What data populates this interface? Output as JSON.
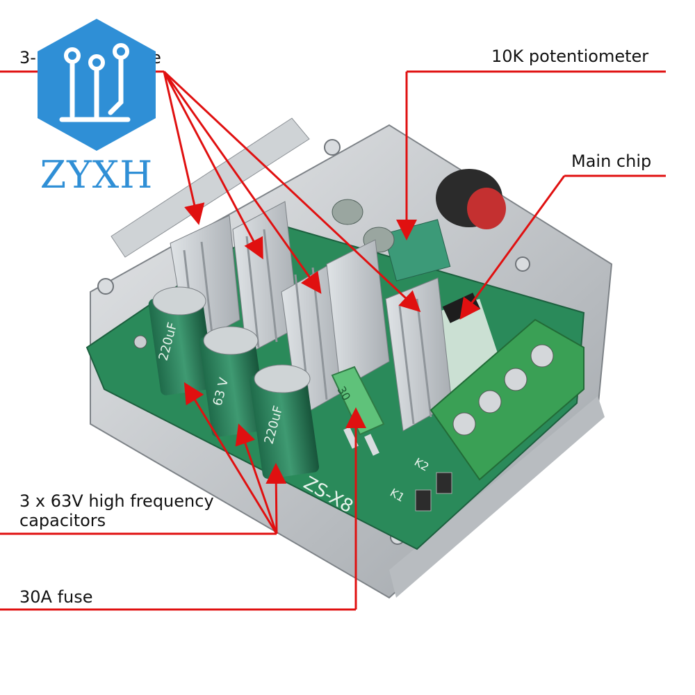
{
  "brand": {
    "logo_text": "ZYXH",
    "primary_color": "#2f8fd6",
    "icon": "circuit-hexagon-icon"
  },
  "callouts": {
    "tube": "3-",
    "tube_suffix": "pe",
    "potentiometer": "10K potentiometer",
    "main_chip": "Main chip",
    "capacitors_line1": "3 x 63V high frequency",
    "capacitors_line2": "capacitors",
    "fuse": "30A fuse"
  },
  "board": {
    "model": "ZS-X8",
    "cap_marking_value": "220uF",
    "cap_marking_voltage": "63 V",
    "fuse_marking": "30",
    "button_k1": "K1",
    "button_k2": "K2"
  },
  "colors": {
    "annotation_line": "#e01010",
    "pcb": "#2a8a5a",
    "heatsink": "#c8cdd2",
    "terminal": "#3aa055"
  }
}
